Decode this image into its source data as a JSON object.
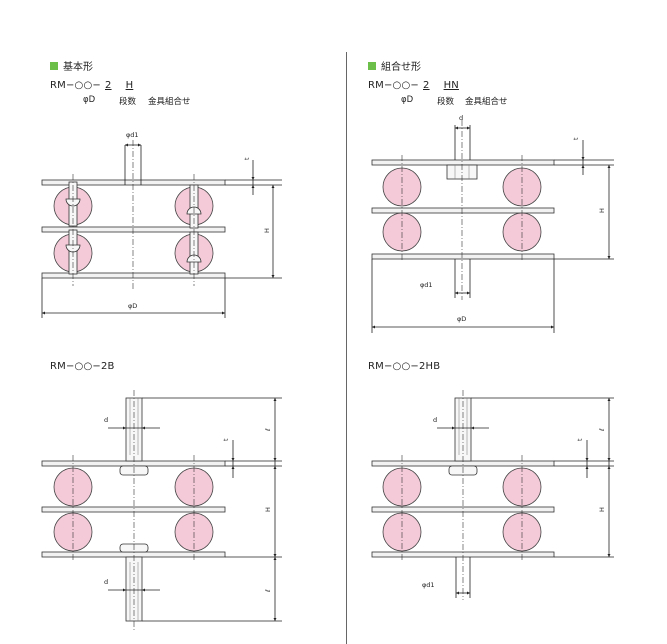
{
  "sections": {
    "basic": {
      "title": "基本形",
      "model_prefix": "RM−○○−",
      "model_num": "2",
      "model_suffix": "H",
      "sub_d": "φD",
      "sub_num": "段数",
      "sub_suffix": "金具組合せ"
    },
    "combo": {
      "title": "組合せ形",
      "model_prefix": "RM−○○−",
      "model_num": "2",
      "model_suffix": "HN",
      "sub_d": "φD",
      "sub_num": "段数",
      "sub_suffix": "金具組合せ"
    },
    "rm2b": {
      "model": "RM−○○−2B"
    },
    "rm2hb": {
      "model": "RM−○○−2HB"
    }
  },
  "dims": {
    "phi_d1": "φd1",
    "phi_D": "φD",
    "H": "H",
    "t": "t",
    "d": "d",
    "l": "ℓ"
  },
  "colors": {
    "accent": "#6cc04a",
    "ball": "#f4cad8"
  }
}
